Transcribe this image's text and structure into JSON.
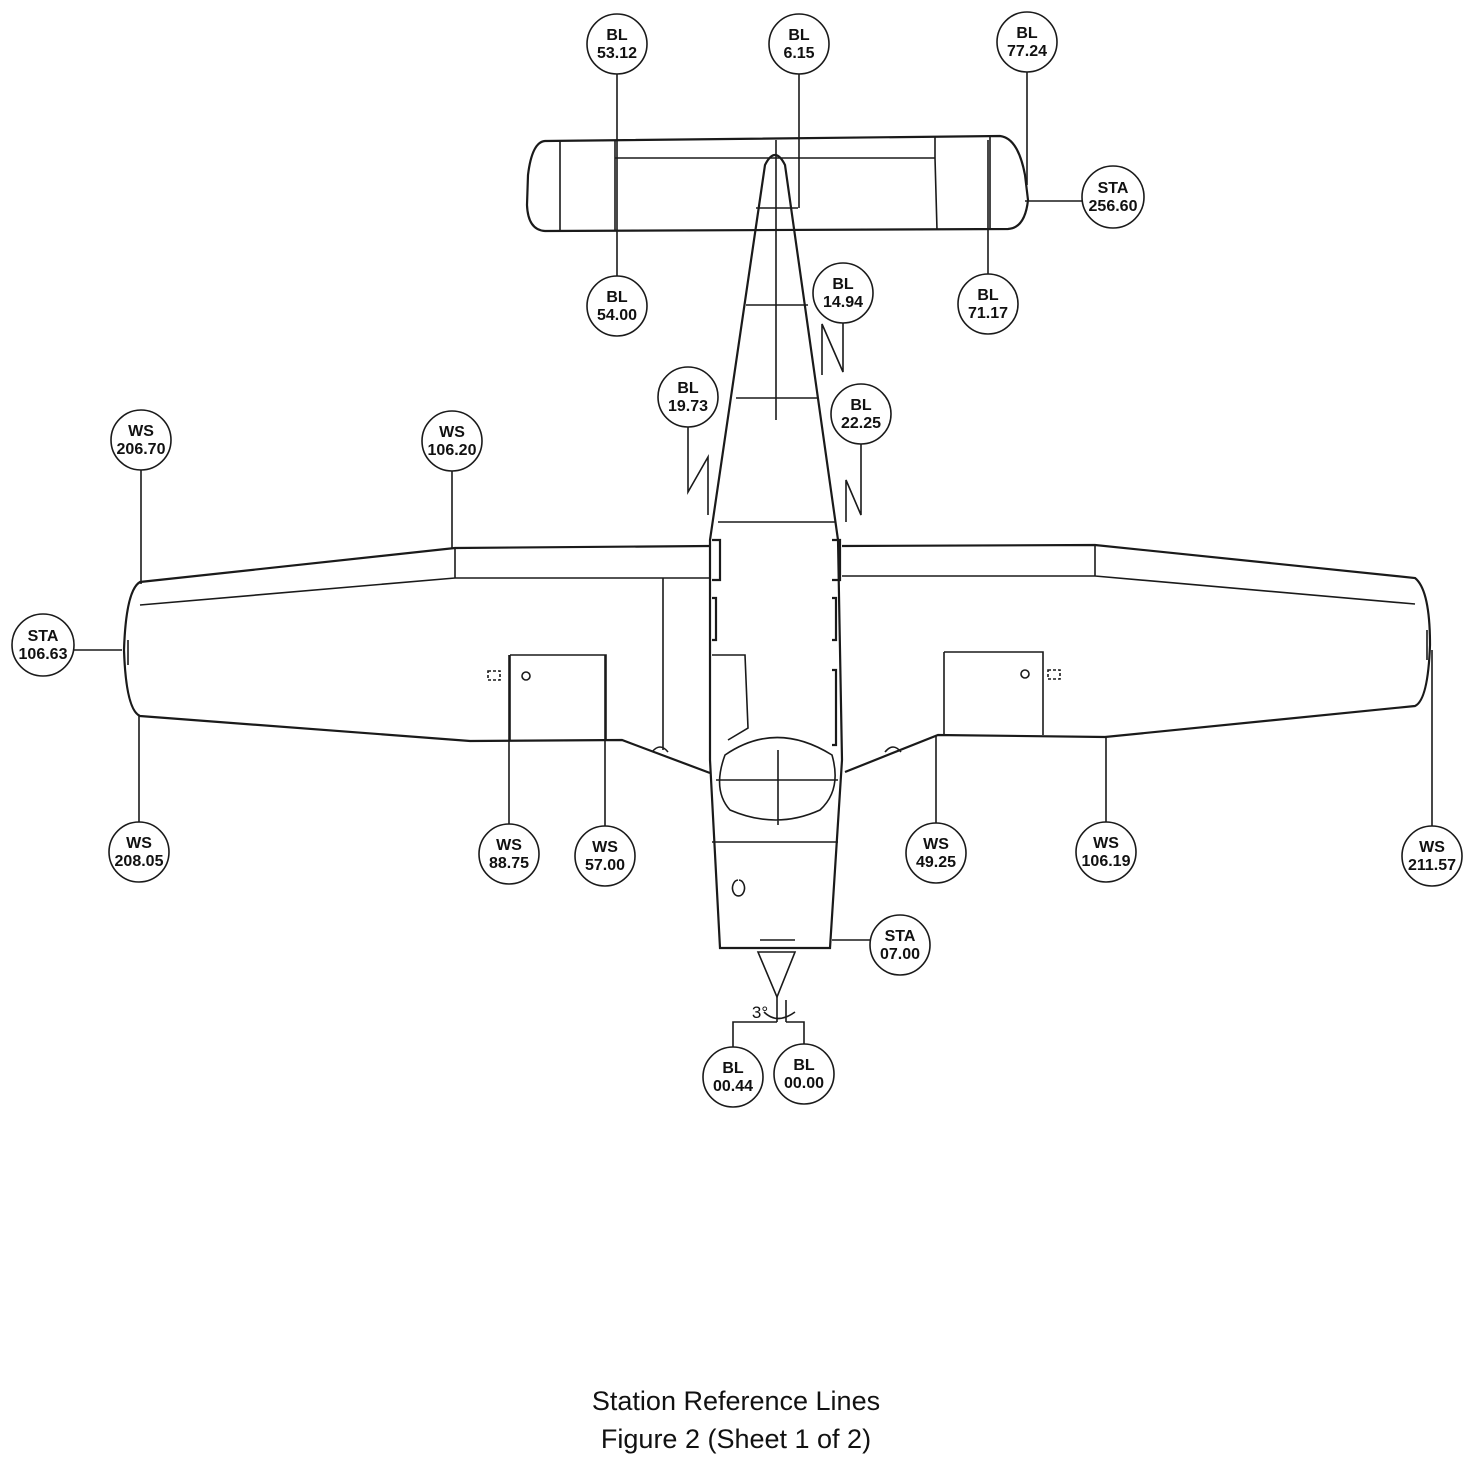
{
  "callouts": {
    "bl_53_12": {
      "type": "BL",
      "value": "53.12"
    },
    "bl_6_15": {
      "type": "BL",
      "value": "6.15"
    },
    "bl_77_24": {
      "type": "BL",
      "value": "77.24"
    },
    "sta_256_60": {
      "type": "STA",
      "value": "256.60"
    },
    "bl_54_00": {
      "type": "BL",
      "value": "54.00"
    },
    "bl_71_17": {
      "type": "BL",
      "value": "71.17"
    },
    "bl_14_94": {
      "type": "BL",
      "value": "14.94"
    },
    "bl_19_73": {
      "type": "BL",
      "value": "19.73"
    },
    "bl_22_25": {
      "type": "BL",
      "value": "22.25"
    },
    "ws_206_70": {
      "type": "WS",
      "value": "206.70"
    },
    "ws_106_20": {
      "type": "WS",
      "value": "106.20"
    },
    "sta_106_63": {
      "type": "STA",
      "value": "106.63"
    },
    "ws_208_05": {
      "type": "WS",
      "value": "208.05"
    },
    "ws_88_75": {
      "type": "WS",
      "value": "88.75"
    },
    "ws_57_00": {
      "type": "WS",
      "value": "57.00"
    },
    "ws_49_25": {
      "type": "WS",
      "value": "49.25"
    },
    "ws_106_19": {
      "type": "WS",
      "value": "106.19"
    },
    "ws_211_57": {
      "type": "WS",
      "value": "211.57"
    },
    "sta_07_00": {
      "type": "STA",
      "value": "07.00"
    },
    "bl_00_44": {
      "type": "BL",
      "value": "00.44"
    },
    "bl_00_00": {
      "type": "BL",
      "value": "00.00"
    }
  },
  "angle_label": "3°",
  "caption": {
    "title": "Station Reference Lines",
    "figure": "Figure 2 (Sheet 1 of 2)"
  }
}
